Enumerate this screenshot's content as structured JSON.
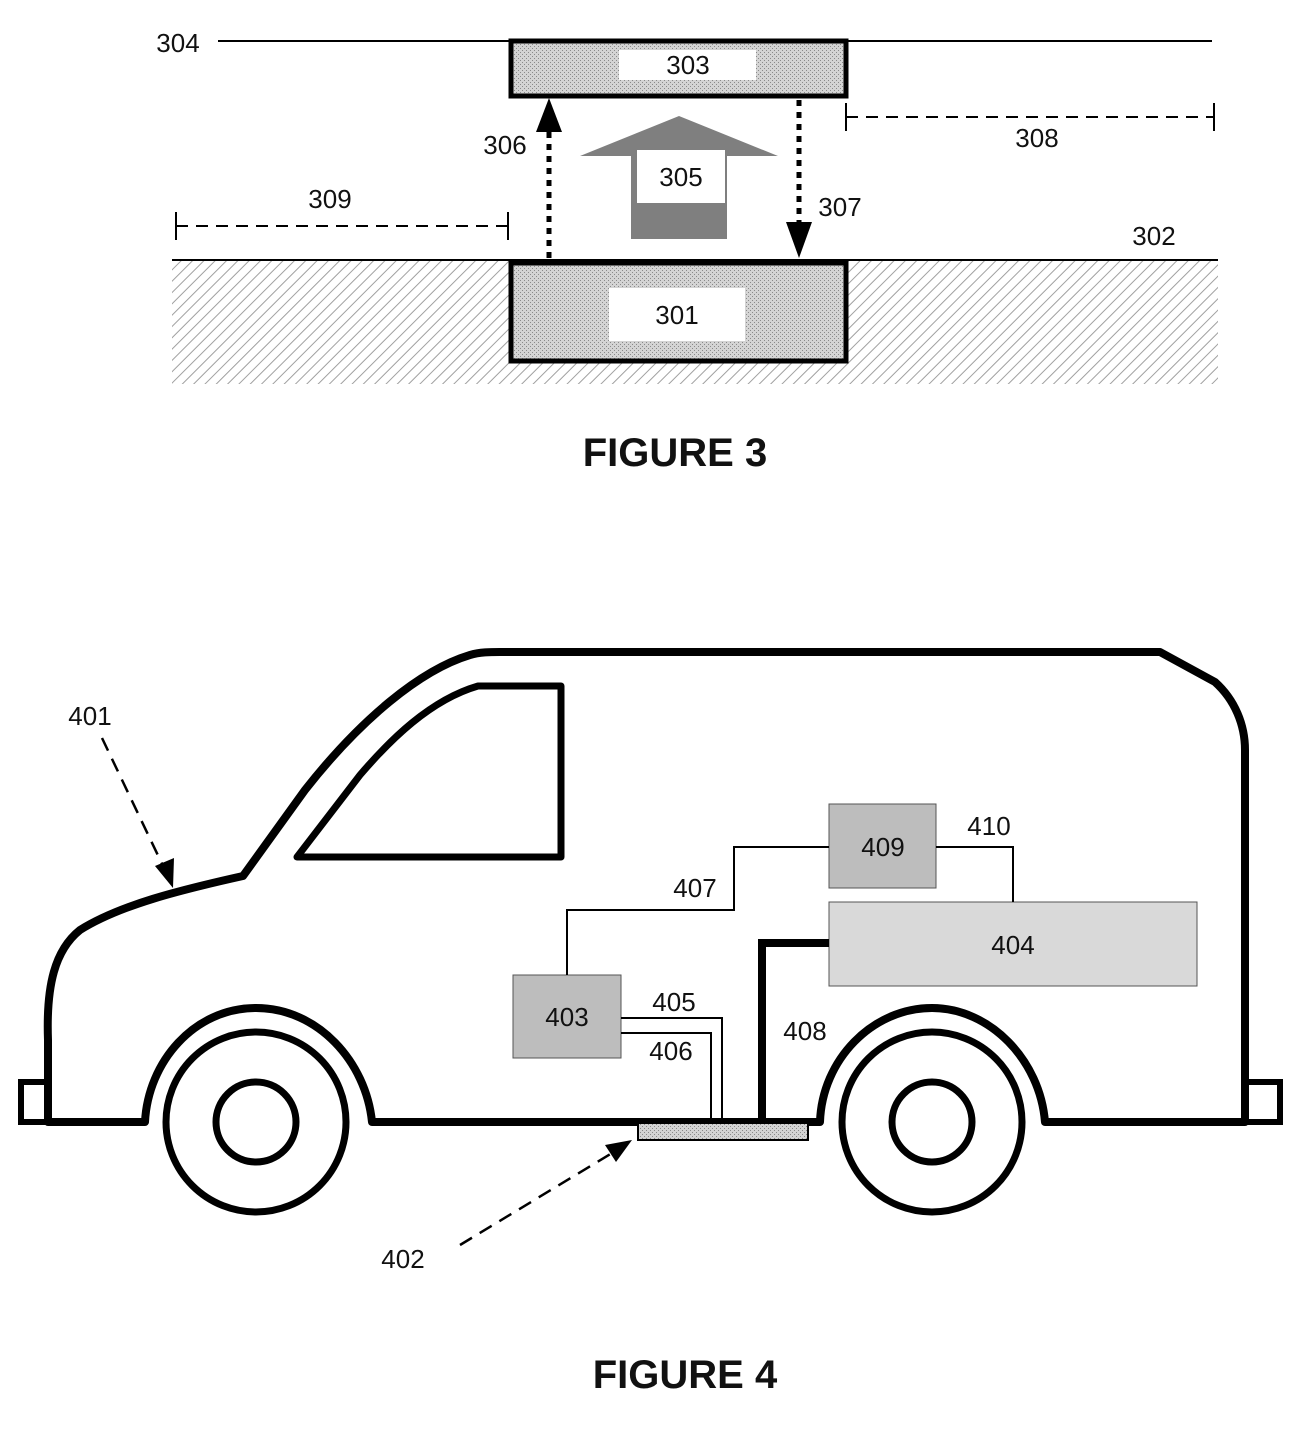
{
  "figure3": {
    "title": "FIGURE 3",
    "labels": {
      "l301": "301",
      "l302": "302",
      "l303": "303",
      "l304": "304",
      "l305": "305",
      "l306": "306",
      "l307": "307",
      "l308": "308",
      "l309": "309"
    }
  },
  "figure4": {
    "title": "FIGURE 4",
    "labels": {
      "l401": "401",
      "l402": "402",
      "l403": "403",
      "l404": "404",
      "l405": "405",
      "l406": "406",
      "l407": "407",
      "l408": "408",
      "l409": "409",
      "l410": "410"
    }
  },
  "colors": {
    "line": "#000000",
    "box_fill_dark": "#bdbdbd",
    "box_fill_light": "#d9d9d9",
    "arrow_fill": "#7f7f7f",
    "hatch": "#9a9a9a"
  }
}
